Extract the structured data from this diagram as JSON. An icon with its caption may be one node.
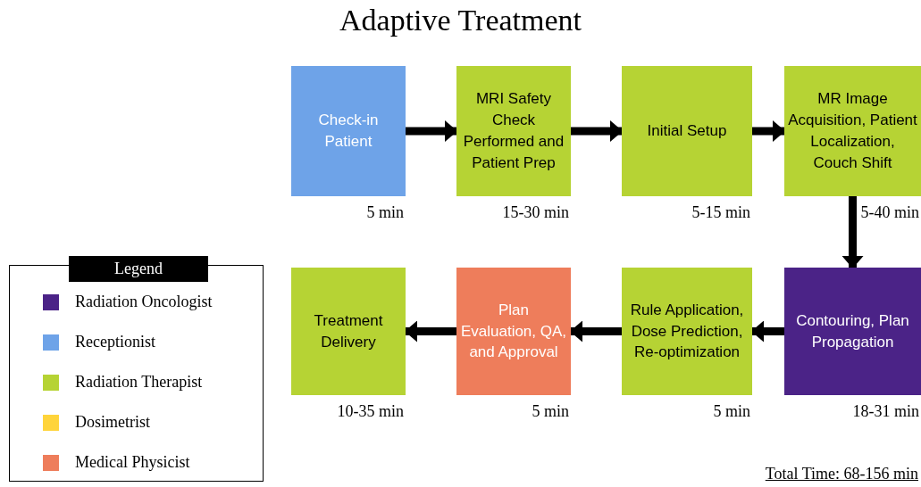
{
  "diagram": {
    "title": "Adaptive Treatment",
    "nodes": [
      {
        "text": [
          "Check-in Patient"
        ],
        "beside": [
          "5 min"
        ]
      },
      {
        "text": [
          "MRI Safety Check Performed and Patient Prep"
        ],
        "beside": [
          "15-30 min"
        ]
      },
      {
        "text": [
          "Initial Setup"
        ],
        "beside": [
          "5-15 min"
        ]
      },
      {
        "text": [
          "MR Image Acquisition, Patient Localization, Couch Shift"
        ],
        "beside": [
          "5-40 min"
        ]
      },
      {
        "text": [
          "Contouring, Plan Propagation"
        ],
        "beside": [
          "18-31 min"
        ]
      },
      {
        "text": [
          "Rule Application, Dose Prediction, Re-optimization"
        ],
        "beside": [
          "5 min"
        ]
      },
      {
        "text": [
          "Plan Evaluation, QA, and Approval"
        ],
        "beside": [
          "5 min"
        ]
      },
      {
        "text": [
          "Treatment Delivery"
        ],
        "beside": [
          "10-35 min"
        ]
      }
    ],
    "edges": [
      {
        "from": 0,
        "to": 1,
        "arrow": "to"
      },
      {
        "from": 1,
        "to": 2,
        "arrow": "to"
      },
      {
        "from": 2,
        "to": 3,
        "arrow": "to"
      },
      {
        "from": 3,
        "to": 4,
        "arrow": "to"
      },
      {
        "from": 4,
        "to": 5,
        "arrow": "to"
      },
      {
        "from": 5,
        "to": 6,
        "arrow": "to"
      },
      {
        "from": 6,
        "to": 7,
        "arrow": "to"
      }
    ],
    "labels": [
      "Legend",
      "Total Time: 68-156 min"
    ],
    "legend": [
      {
        "text": "Radiation Oncologist",
        "color": "#4b2387"
      },
      {
        "text": "Receptionist",
        "color": "#6ea3e8"
      },
      {
        "text": "Radiation Therapist",
        "color": "#b6d334"
      },
      {
        "text": "Dosimetrist",
        "color": "#ffd43b"
      },
      {
        "text": "Medical Physicist",
        "color": "#ee7d5b"
      }
    ]
  }
}
